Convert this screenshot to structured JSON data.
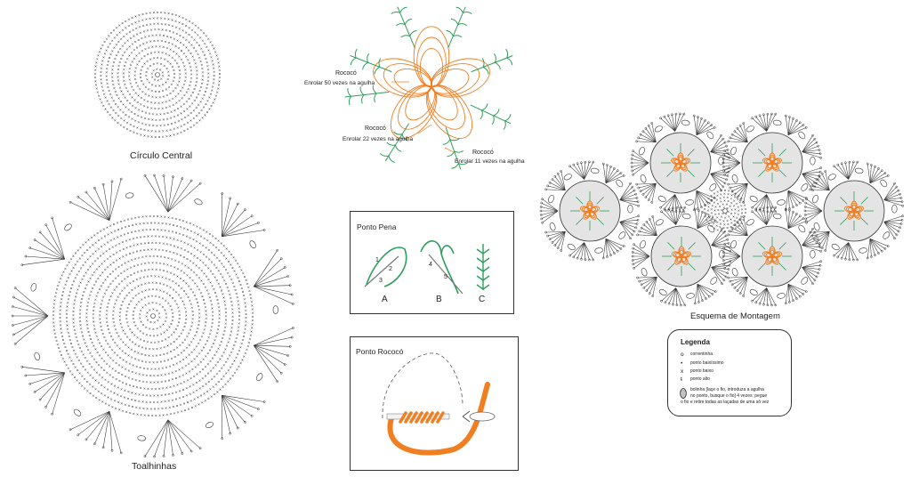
{
  "central_circle": {
    "caption": "Círculo Central"
  },
  "doily": {
    "caption": "Toalhinhas"
  },
  "embroidery": {
    "callouts": [
      {
        "title": "Rococó",
        "note": "Enrolar 50 vezes na agulha"
      },
      {
        "title": "Rococó",
        "note": "Enrolar 22 vezes na agulha"
      },
      {
        "title": "Rococó",
        "note": "Enrolar 11 vezes na agulha"
      }
    ]
  },
  "ponto_pena": {
    "title": "Ponto Pena",
    "step_labels": [
      "A",
      "B",
      "C"
    ],
    "step_numbers": [
      "1",
      "2",
      "3",
      "4",
      "5"
    ]
  },
  "ponto_rococo": {
    "title": "Ponto Rococó"
  },
  "assembly": {
    "caption": "Esquema de Montagem"
  },
  "legend": {
    "title": "Legenda",
    "items": [
      {
        "symbol": "o",
        "text": "correntinha"
      },
      {
        "symbol": "•",
        "text": "ponto baixíssimo"
      },
      {
        "symbol": "x",
        "text": "ponto baixo"
      },
      {
        "symbol": "ŧ",
        "text": "ponto alto"
      }
    ],
    "note_lines": [
      "bolinha [laçe o fio, introduza a agulha",
      "no ponto, busque o fio] 4 vezes; pegue",
      "o fio e retire todas as laçadas de uma só vez"
    ]
  },
  "colors": {
    "green": "#2e9e5b",
    "orange": "#f07f22",
    "ink": "#333333",
    "fill": "#e4e4e4"
  }
}
